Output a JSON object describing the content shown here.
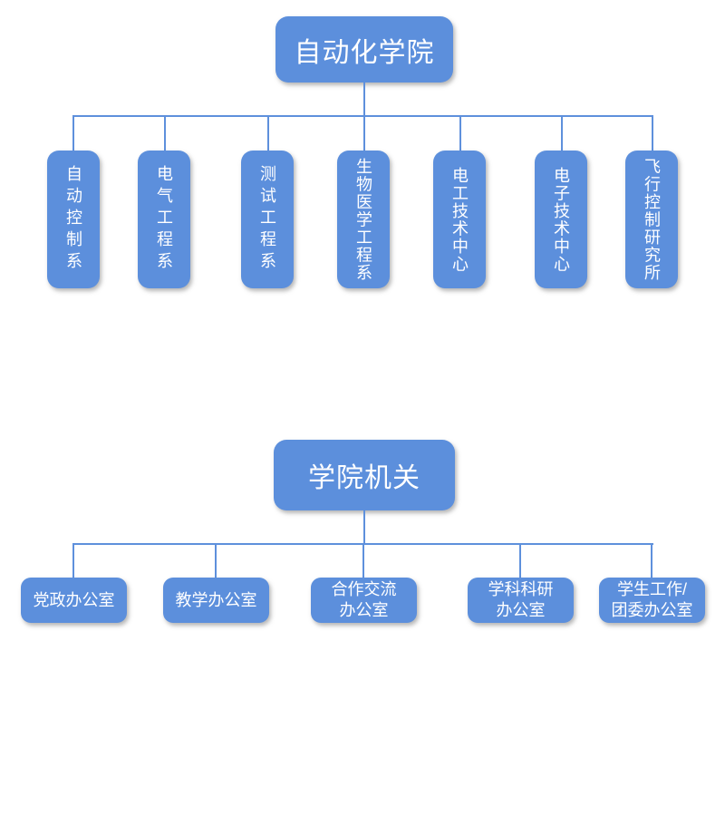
{
  "palette": {
    "box_fill": "#5C8FDC",
    "connector_line": "#5E90DC",
    "box_text": "#FFFFFF",
    "background": "#FFFFFF"
  },
  "tree_automation": {
    "root": "自动化学院",
    "children": [
      {
        "label": "自动控制系"
      },
      {
        "label": "电气工程系"
      },
      {
        "label": "测试工程系"
      },
      {
        "label": "生物医学工程系"
      },
      {
        "label": "电工技术中心"
      },
      {
        "label": "电子技术中心"
      },
      {
        "label": "飞行控制研究所"
      }
    ]
  },
  "tree_offices": {
    "root": "学院机关",
    "children": [
      {
        "label": "党政办公室"
      },
      {
        "label": "教学办公室"
      },
      {
        "label": "合作交流\n办公室"
      },
      {
        "label": "学科科研\n办公室"
      },
      {
        "label": "学生工作/\n团委办公室"
      }
    ]
  }
}
